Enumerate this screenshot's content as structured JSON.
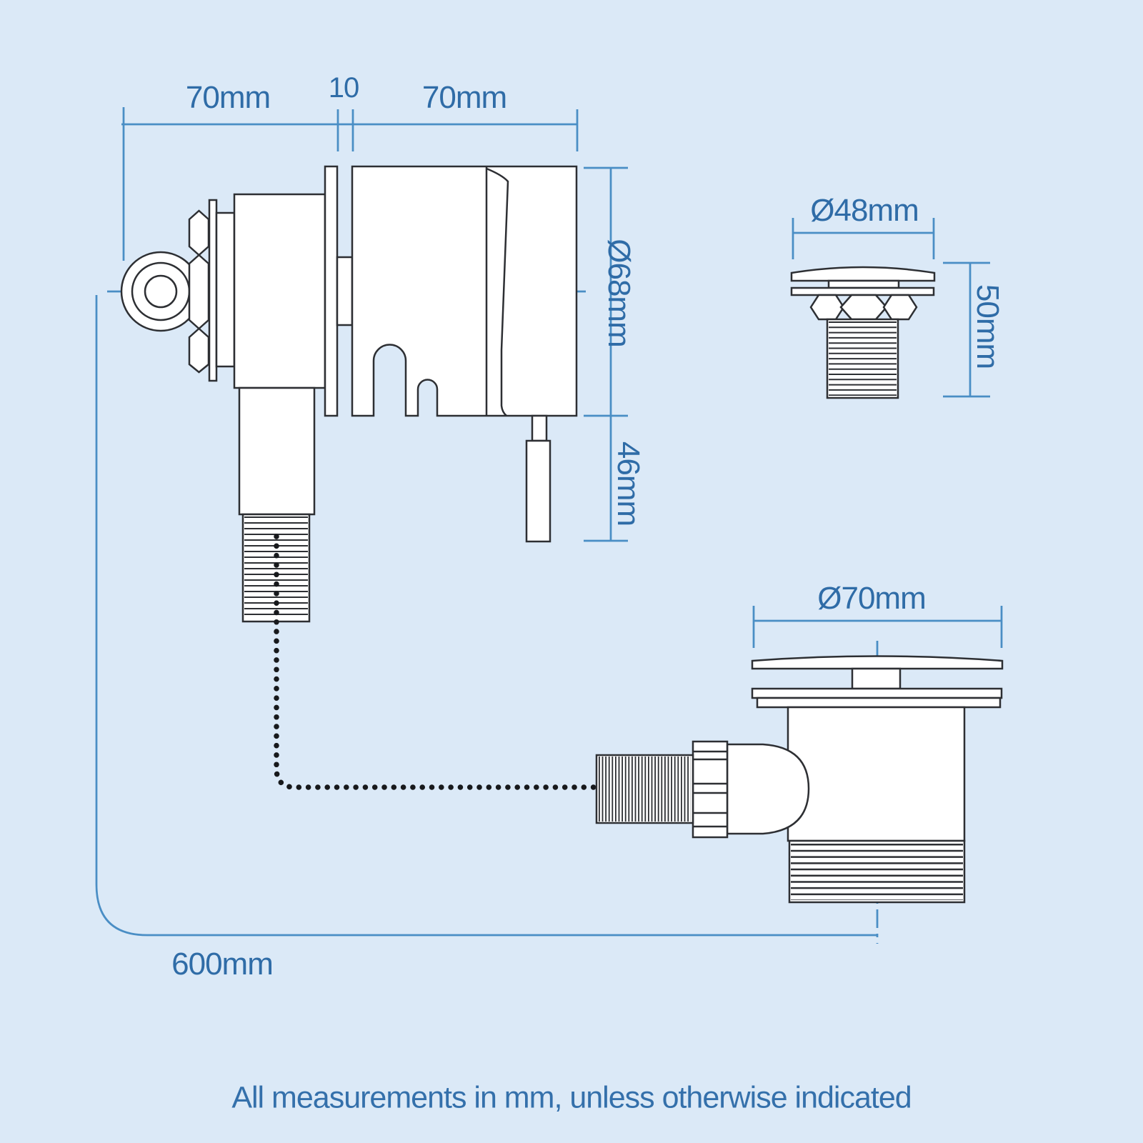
{
  "colors": {
    "background": "#dbe9f7",
    "drawing_line": "#2d2f33",
    "dimension_line": "#4a8ec5",
    "label_text": "#2f6ca7"
  },
  "dimensions": {
    "valve": {
      "width_left": "70mm",
      "plate_gap": "10",
      "width_right": "70mm",
      "body_diameter": "Ø68mm",
      "pull_rod_length": "46mm",
      "chain_length": "600mm"
    },
    "basin_waste": {
      "diameter": "Ø48mm",
      "height": "50mm"
    },
    "bath_waste": {
      "diameter": "Ø70mm"
    }
  },
  "footer": {
    "note": "All measurements in mm, unless otherwise indicated"
  }
}
